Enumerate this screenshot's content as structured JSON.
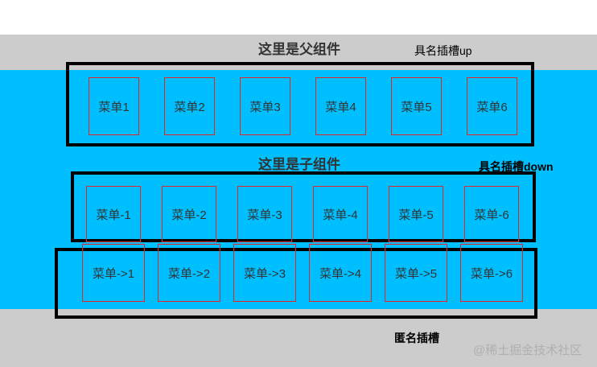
{
  "parent": {
    "title": "这里是父组件",
    "named_slot_label": "具名插槽up",
    "menus": [
      "菜单1",
      "菜单2",
      "菜单3",
      "菜单4",
      "菜单5",
      "菜单6"
    ]
  },
  "child": {
    "title": "这里是子组件",
    "named_slot_label": "具名插槽down",
    "menus": [
      "菜单-1",
      "菜单-2",
      "菜单-3",
      "菜单-4",
      "菜单-5",
      "菜单-6"
    ]
  },
  "anonymous": {
    "label": "匿名插槽",
    "menus": [
      "菜单->1",
      "菜单->2",
      "菜单->3",
      "菜单->4",
      "菜单->5",
      "菜单->6"
    ]
  },
  "watermark": "@稀土掘金技术社区",
  "colors": {
    "panel_gray": "#cccccc",
    "panel_blue": "#00bfff",
    "menu_border": "#e0262b",
    "frame_border": "#000000"
  }
}
